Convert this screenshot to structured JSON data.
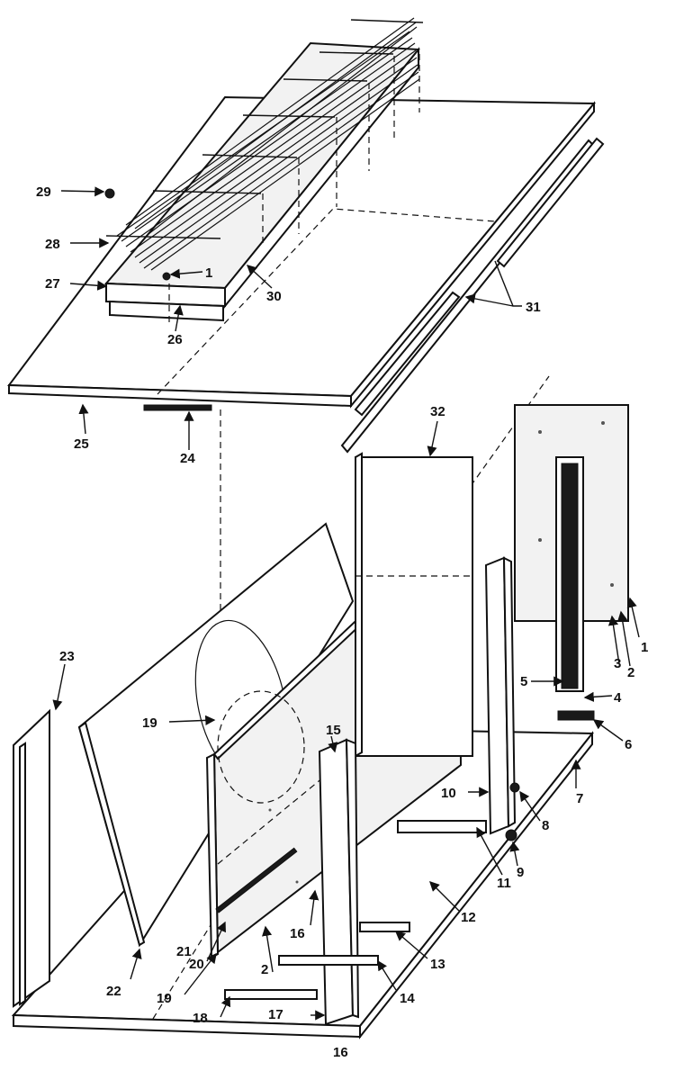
{
  "callouts": {
    "c1a": "1",
    "c1b": "1",
    "c2a": "2",
    "c2b": "2",
    "c3": "3",
    "c4": "4",
    "c5": "5",
    "c6": "6",
    "c7": "7",
    "c8": "8",
    "c9": "9",
    "c10": "10",
    "c11": "11",
    "c12": "12",
    "c13": "13",
    "c14": "14",
    "c15": "15",
    "c16": "16",
    "c17": "17",
    "c18": "18",
    "c19a": "19",
    "c19b": "19",
    "c20": "20",
    "c21": "21",
    "c22": "22",
    "c23": "23",
    "c24": "24",
    "c25": "25",
    "c26": "26",
    "c27": "27",
    "c28": "28",
    "c29": "29",
    "c30": "30",
    "c31": "31",
    "c32": "32"
  }
}
